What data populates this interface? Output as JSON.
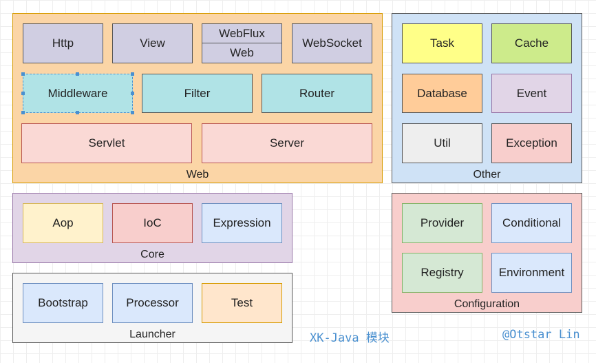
{
  "groups": {
    "web": {
      "label": "Web",
      "fill": "#fbd5a6",
      "stroke": "#d79b00"
    },
    "other": {
      "label": "Other",
      "fill": "#cfe2f6",
      "stroke": "#555555"
    },
    "core": {
      "label": "Core",
      "fill": "#e1d5e7",
      "stroke": "#9673a6"
    },
    "launcher": {
      "label": "Launcher",
      "fill": "#f5f5f5",
      "stroke": "#555555"
    },
    "configuration": {
      "label": "Configuration",
      "fill": "#f8cecc",
      "stroke": "#555555"
    }
  },
  "boxes": {
    "http": {
      "label": "Http",
      "fill": "#d0cee2"
    },
    "view": {
      "label": "View",
      "fill": "#d0cee2"
    },
    "webflux": {
      "label": "WebFlux",
      "fill": "#d0cee2"
    },
    "web_sub": {
      "label": "Web",
      "fill": "#d0cee2"
    },
    "websocket": {
      "label": "WebSocket",
      "fill": "#d0cee2"
    },
    "middleware": {
      "label": "Middleware",
      "fill": "#b0e3e6"
    },
    "filter": {
      "label": "Filter",
      "fill": "#b0e3e6"
    },
    "router": {
      "label": "Router",
      "fill": "#b0e3e6"
    },
    "servlet": {
      "label": "Servlet",
      "fill": "#fad9d5"
    },
    "server": {
      "label": "Server",
      "fill": "#fad9d5"
    },
    "task": {
      "label": "Task",
      "fill": "#ffff88"
    },
    "cache": {
      "label": "Cache",
      "fill": "#cdeb8b"
    },
    "database": {
      "label": "Database",
      "fill": "#ffcc99"
    },
    "event": {
      "label": "Event",
      "fill": "#e1d5e7"
    },
    "util": {
      "label": "Util",
      "fill": "#eeeeee"
    },
    "exception": {
      "label": "Exception",
      "fill": "#f8cecc"
    },
    "aop": {
      "label": "Aop",
      "fill": "#fff2cc"
    },
    "ioc": {
      "label": "IoC",
      "fill": "#f8cecc"
    },
    "expression": {
      "label": "Expression",
      "fill": "#dae8fc"
    },
    "bootstrap": {
      "label": "Bootstrap",
      "fill": "#dae8fc"
    },
    "processor": {
      "label": "Processor",
      "fill": "#dae8fc"
    },
    "test": {
      "label": "Test",
      "fill": "#ffe6cc"
    },
    "provider": {
      "label": "Provider",
      "fill": "#d5e8d4"
    },
    "conditional": {
      "label": "Conditional",
      "fill": "#dae8fc"
    },
    "registry": {
      "label": "Registry",
      "fill": "#d5e8d4"
    },
    "environment": {
      "label": "Environment",
      "fill": "#dae8fc"
    }
  },
  "watermarks": {
    "left": "XK-Java 模块",
    "right": "@Otstar Lin"
  }
}
